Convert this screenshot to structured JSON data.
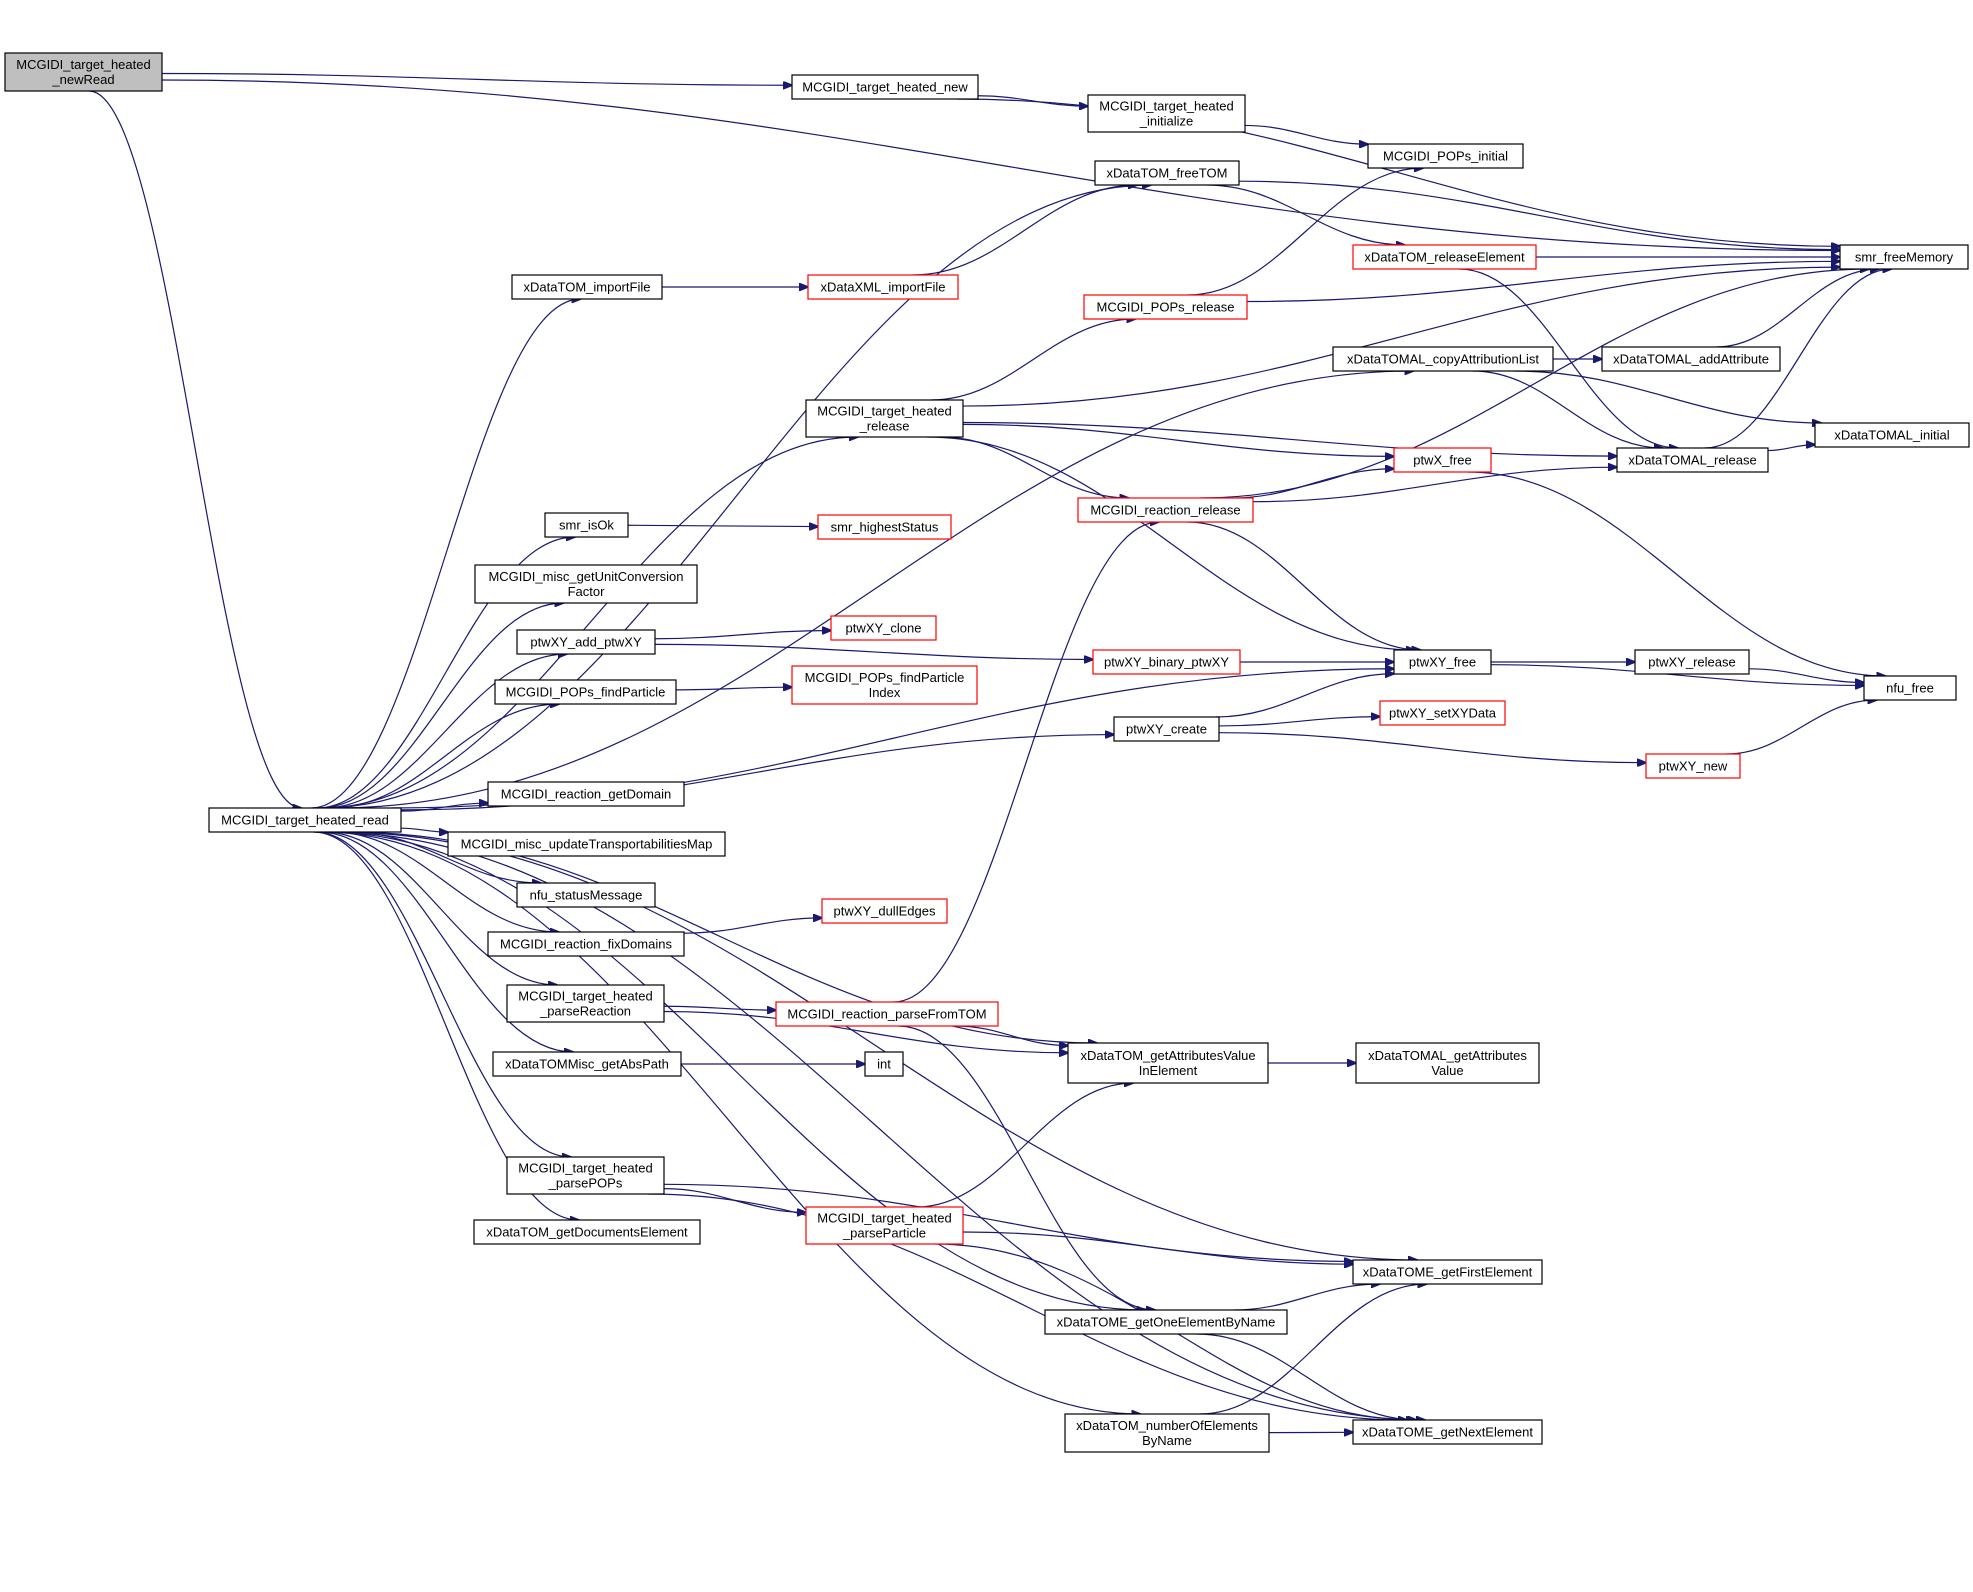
{
  "diagram": {
    "nodes": [
      {
        "id": "newRead",
        "lines": [
          "MCGIDI_target_heated",
          "_newRead"
        ],
        "style": "gray"
      },
      {
        "id": "heated_new",
        "lines": [
          "MCGIDI_target_heated_new"
        ],
        "style": "black"
      },
      {
        "id": "heated_initialize",
        "lines": [
          "MCGIDI_target_heated",
          "_initialize"
        ],
        "style": "black"
      },
      {
        "id": "pops_initial",
        "lines": [
          "MCGIDI_POPs_initial"
        ],
        "style": "black"
      },
      {
        "id": "freeTOM",
        "lines": [
          "xDataTOM_freeTOM"
        ],
        "style": "black"
      },
      {
        "id": "smr_freeMemory",
        "lines": [
          "smr_freeMemory"
        ],
        "style": "black"
      },
      {
        "id": "releaseElement",
        "lines": [
          "xDataTOM_releaseElement"
        ],
        "style": "red"
      },
      {
        "id": "importFile",
        "lines": [
          "xDataTOM_importFile"
        ],
        "style": "black"
      },
      {
        "id": "xml_importFile",
        "lines": [
          "xDataXML_importFile"
        ],
        "style": "red"
      },
      {
        "id": "pops_release",
        "lines": [
          "MCGIDI_POPs_release"
        ],
        "style": "red"
      },
      {
        "id": "copyAttr",
        "lines": [
          "xDataTOMAL_copyAttributionList"
        ],
        "style": "black"
      },
      {
        "id": "addAttr",
        "lines": [
          "xDataTOMAL_addAttribute"
        ],
        "style": "black"
      },
      {
        "id": "heated_release",
        "lines": [
          "MCGIDI_target_heated",
          "_release"
        ],
        "style": "black"
      },
      {
        "id": "tomal_initial",
        "lines": [
          "xDataTOMAL_initial"
        ],
        "style": "black"
      },
      {
        "id": "ptwX_free",
        "lines": [
          "ptwX_free"
        ],
        "style": "red"
      },
      {
        "id": "tomal_release",
        "lines": [
          "xDataTOMAL_release"
        ],
        "style": "black"
      },
      {
        "id": "reaction_release",
        "lines": [
          "MCGIDI_reaction_release"
        ],
        "style": "red"
      },
      {
        "id": "smr_isOk",
        "lines": [
          "smr_isOk"
        ],
        "style": "black"
      },
      {
        "id": "smr_highestStatus",
        "lines": [
          "smr_highestStatus"
        ],
        "style": "red"
      },
      {
        "id": "unitConv",
        "lines": [
          "MCGIDI_misc_getUnitConversion",
          "Factor"
        ],
        "style": "black"
      },
      {
        "id": "ptwXY_add",
        "lines": [
          "ptwXY_add_ptwXY"
        ],
        "style": "black"
      },
      {
        "id": "ptwXY_clone",
        "lines": [
          "ptwXY_clone"
        ],
        "style": "red"
      },
      {
        "id": "ptwXY_binary",
        "lines": [
          "ptwXY_binary_ptwXY"
        ],
        "style": "red"
      },
      {
        "id": "ptwXY_free",
        "lines": [
          "ptwXY_free"
        ],
        "style": "black"
      },
      {
        "id": "ptwXY_release",
        "lines": [
          "ptwXY_release"
        ],
        "style": "black"
      },
      {
        "id": "nfu_free",
        "lines": [
          "nfu_free"
        ],
        "style": "black"
      },
      {
        "id": "pops_findParticle",
        "lines": [
          "MCGIDI_POPs_findParticle"
        ],
        "style": "black"
      },
      {
        "id": "pops_findParticleIndex",
        "lines": [
          "MCGIDI_POPs_findParticle",
          "Index"
        ],
        "style": "red"
      },
      {
        "id": "ptwXY_create",
        "lines": [
          "ptwXY_create"
        ],
        "style": "black"
      },
      {
        "id": "ptwXY_setXYData",
        "lines": [
          "ptwXY_setXYData"
        ],
        "style": "red"
      },
      {
        "id": "ptwXY_new",
        "lines": [
          "ptwXY_new"
        ],
        "style": "red"
      },
      {
        "id": "heated_read",
        "lines": [
          "MCGIDI_target_heated_read"
        ],
        "style": "black"
      },
      {
        "id": "getDomain",
        "lines": [
          "MCGIDI_reaction_getDomain"
        ],
        "style": "black"
      },
      {
        "id": "updateTransport",
        "lines": [
          "MCGIDI_misc_updateTransportabilitiesMap"
        ],
        "style": "black"
      },
      {
        "id": "nfu_statusMessage",
        "lines": [
          "nfu_statusMessage"
        ],
        "style": "black"
      },
      {
        "id": "fixDomains",
        "lines": [
          "MCGIDI_reaction_fixDomains"
        ],
        "style": "black"
      },
      {
        "id": "ptwXY_dullEdges",
        "lines": [
          "ptwXY_dullEdges"
        ],
        "style": "red"
      },
      {
        "id": "parseReaction",
        "lines": [
          "MCGIDI_target_heated",
          "_parseReaction"
        ],
        "style": "black"
      },
      {
        "id": "parseFromTOM",
        "lines": [
          "MCGIDI_reaction_parseFromTOM"
        ],
        "style": "red"
      },
      {
        "id": "getAttrValue",
        "lines": [
          "xDataTOM_getAttributesValue",
          "InElement"
        ],
        "style": "black"
      },
      {
        "id": "tomal_getAttrValue",
        "lines": [
          "xDataTOMAL_getAttributes",
          "Value"
        ],
        "style": "black"
      },
      {
        "id": "getAbsPath",
        "lines": [
          "xDataTOMMisc_getAbsPath"
        ],
        "style": "black"
      },
      {
        "id": "int",
        "lines": [
          "int"
        ],
        "style": "black"
      },
      {
        "id": "parsePOPs",
        "lines": [
          "MCGIDI_target_heated",
          "_parsePOPs"
        ],
        "style": "black"
      },
      {
        "id": "parseParticle",
        "lines": [
          "MCGIDI_target_heated",
          "_parseParticle"
        ],
        "style": "red"
      },
      {
        "id": "getDocElement",
        "lines": [
          "xDataTOM_getDocumentsElement"
        ],
        "style": "black"
      },
      {
        "id": "getFirstElement",
        "lines": [
          "xDataTOME_getFirstElement"
        ],
        "style": "black"
      },
      {
        "id": "getOneElement",
        "lines": [
          "xDataTOME_getOneElementByName"
        ],
        "style": "black"
      },
      {
        "id": "numberOfElements",
        "lines": [
          "xDataTOM_numberOfElements",
          "ByName"
        ],
        "style": "black"
      },
      {
        "id": "getNextElement",
        "lines": [
          "xDataTOME_getNextElement"
        ],
        "style": "black"
      }
    ],
    "edges": [
      [
        "newRead",
        "heated_new"
      ],
      [
        "newRead",
        "smr_freeMemory"
      ],
      [
        "newRead",
        "heated_read"
      ],
      [
        "heated_new",
        "heated_initialize"
      ],
      [
        "heated_new",
        "smr_freeMemory"
      ],
      [
        "heated_initialize",
        "pops_initial"
      ],
      [
        "freeTOM",
        "smr_freeMemory"
      ],
      [
        "freeTOM",
        "releaseElement"
      ],
      [
        "releaseElement",
        "smr_freeMemory"
      ],
      [
        "releaseElement",
        "tomal_release"
      ],
      [
        "importFile",
        "xml_importFile"
      ],
      [
        "xml_importFile",
        "freeTOM"
      ],
      [
        "pops_release",
        "pops_initial"
      ],
      [
        "pops_release",
        "smr_freeMemory"
      ],
      [
        "copyAttr",
        "addAttr"
      ],
      [
        "copyAttr",
        "tomal_release"
      ],
      [
        "copyAttr",
        "tomal_initial"
      ],
      [
        "addAttr",
        "smr_freeMemory"
      ],
      [
        "heated_release",
        "smr_freeMemory"
      ],
      [
        "heated_release",
        "pops_release"
      ],
      [
        "heated_release",
        "tomal_release"
      ],
      [
        "heated_release",
        "ptwX_free"
      ],
      [
        "heated_release",
        "reaction_release"
      ],
      [
        "heated_release",
        "ptwXY_free"
      ],
      [
        "tomal_release",
        "smr_freeMemory"
      ],
      [
        "tomal_release",
        "tomal_initial"
      ],
      [
        "ptwX_free",
        "nfu_free"
      ],
      [
        "reaction_release",
        "ptwX_free"
      ],
      [
        "reaction_release",
        "tomal_release"
      ],
      [
        "reaction_release",
        "smr_freeMemory"
      ],
      [
        "reaction_release",
        "ptwXY_free"
      ],
      [
        "smr_isOk",
        "smr_highestStatus"
      ],
      [
        "ptwXY_add",
        "ptwXY_clone"
      ],
      [
        "ptwXY_add",
        "ptwXY_binary"
      ],
      [
        "ptwXY_binary",
        "ptwXY_free"
      ],
      [
        "ptwXY_free",
        "ptwXY_release"
      ],
      [
        "ptwXY_free",
        "nfu_free"
      ],
      [
        "ptwXY_release",
        "nfu_free"
      ],
      [
        "pops_findParticle",
        "pops_findParticleIndex"
      ],
      [
        "ptwXY_create",
        "ptwXY_free"
      ],
      [
        "ptwXY_create",
        "ptwXY_setXYData"
      ],
      [
        "ptwXY_create",
        "ptwXY_new"
      ],
      [
        "ptwXY_new",
        "nfu_free"
      ],
      [
        "heated_read",
        "freeTOM"
      ],
      [
        "heated_read",
        "importFile"
      ],
      [
        "heated_read",
        "copyAttr"
      ],
      [
        "heated_read",
        "heated_release"
      ],
      [
        "heated_read",
        "ptwXY_free"
      ],
      [
        "heated_read",
        "smr_isOk"
      ],
      [
        "heated_read",
        "unitConv"
      ],
      [
        "heated_read",
        "ptwXY_add"
      ],
      [
        "heated_read",
        "pops_findParticle"
      ],
      [
        "heated_read",
        "ptwXY_create"
      ],
      [
        "heated_read",
        "getDomain"
      ],
      [
        "heated_read",
        "updateTransport"
      ],
      [
        "heated_read",
        "nfu_statusMessage"
      ],
      [
        "heated_read",
        "fixDomains"
      ],
      [
        "heated_read",
        "parseReaction"
      ],
      [
        "heated_read",
        "getAbsPath"
      ],
      [
        "heated_read",
        "getAttrValue"
      ],
      [
        "heated_read",
        "parsePOPs"
      ],
      [
        "heated_read",
        "getDocElement"
      ],
      [
        "heated_read",
        "getFirstElement"
      ],
      [
        "heated_read",
        "getOneElement"
      ],
      [
        "heated_read",
        "numberOfElements"
      ],
      [
        "heated_read",
        "getNextElement"
      ],
      [
        "fixDomains",
        "ptwXY_dullEdges"
      ],
      [
        "parseReaction",
        "parseFromTOM"
      ],
      [
        "parseReaction",
        "getAttrValue"
      ],
      [
        "parseFromTOM",
        "reaction_release"
      ],
      [
        "parseFromTOM",
        "getAttrValue"
      ],
      [
        "parseFromTOM",
        "getOneElement"
      ],
      [
        "getAttrValue",
        "tomal_getAttrValue"
      ],
      [
        "getAbsPath",
        "int"
      ],
      [
        "parsePOPs",
        "parseParticle"
      ],
      [
        "parsePOPs",
        "getFirstElement"
      ],
      [
        "parsePOPs",
        "getNextElement"
      ],
      [
        "parseParticle",
        "getAttrValue"
      ],
      [
        "parseParticle",
        "getFirstElement"
      ],
      [
        "parseParticle",
        "getNextElement"
      ],
      [
        "getOneElement",
        "getFirstElement"
      ],
      [
        "getOneElement",
        "getNextElement"
      ],
      [
        "numberOfElements",
        "getFirstElement"
      ],
      [
        "numberOfElements",
        "getNextElement"
      ]
    ]
  }
}
